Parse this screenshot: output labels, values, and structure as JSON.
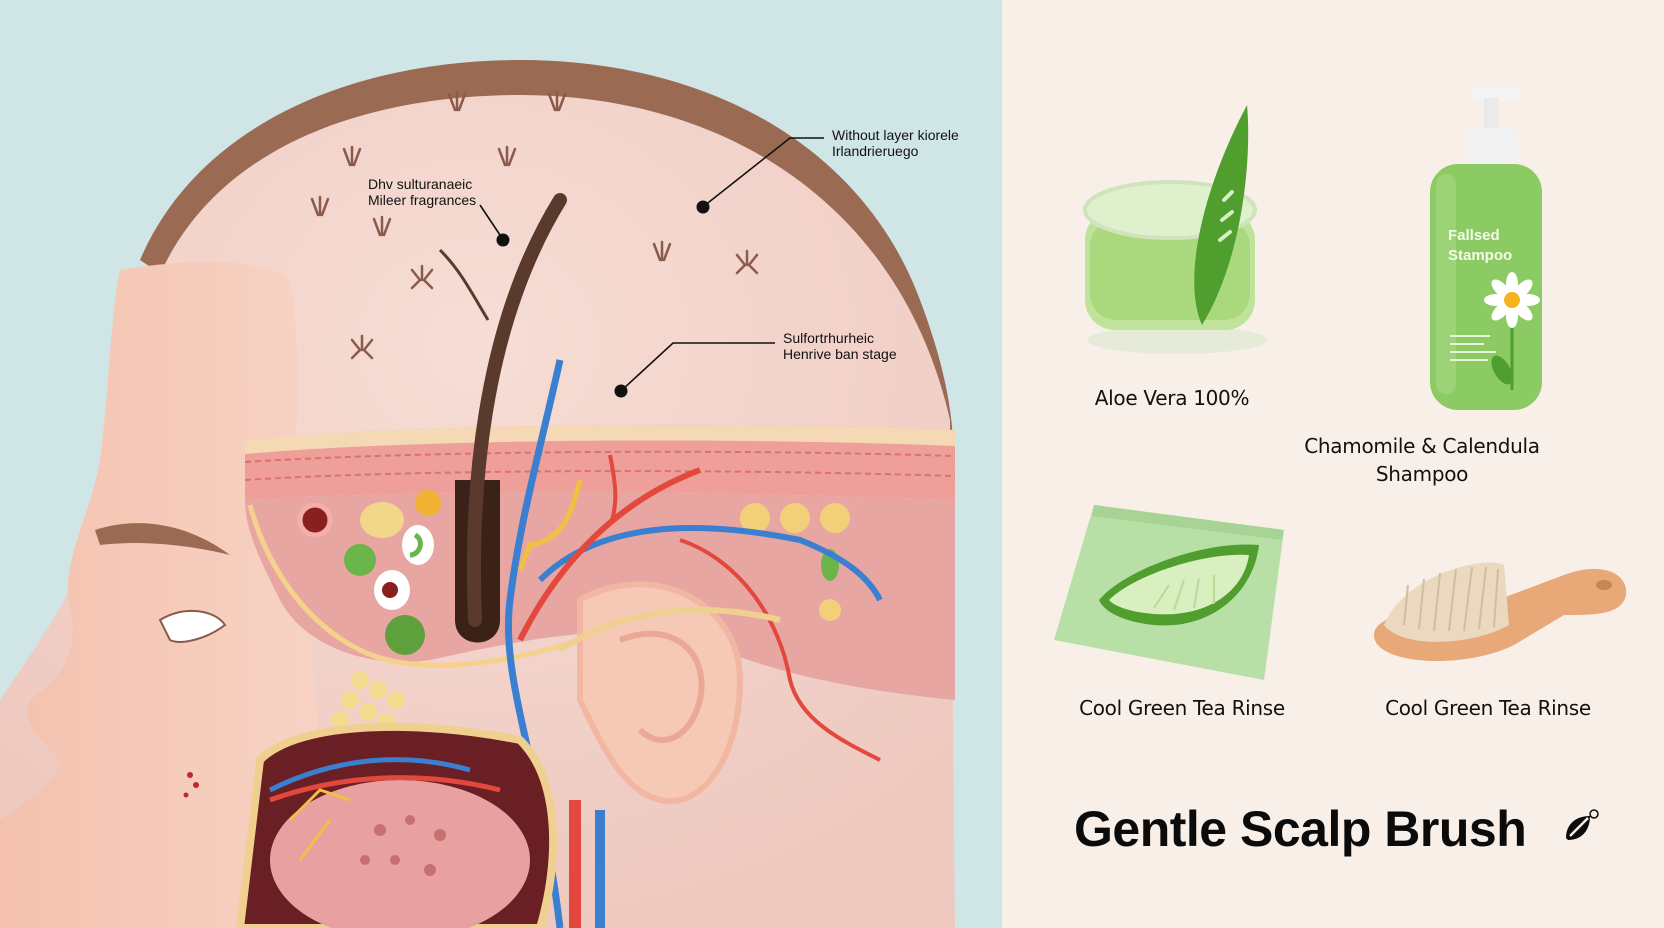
{
  "diagram": {
    "subject": "scalp cross-section anatomy",
    "callouts": [
      {
        "id": "callout-1",
        "line1": "Dhv sulturanaeic",
        "line2": "Mileer fragrances"
      },
      {
        "id": "callout-2",
        "line1": "Without layer kiorele",
        "line2": "Irlandrieruego"
      },
      {
        "id": "callout-3",
        "line1": "Sulfortrhurheic",
        "line2": "Henrive ban stage"
      }
    ]
  },
  "products": [
    {
      "id": "aloe",
      "label": "Aloe Vera 100%"
    },
    {
      "id": "shampoo",
      "label_line1": "Chamomile & Calendula",
      "label_line2": "Shampoo",
      "bottle_text_line1": "Fallsed",
      "bottle_text_line2": "Stampoo"
    },
    {
      "id": "rinse",
      "label": "Cool Green Tea Rinse"
    },
    {
      "id": "brush",
      "label": "Cool Green Tea Rinse"
    }
  ],
  "headline": {
    "text": "Gentle Scalp Brush",
    "icon": "leaf-badge-icon"
  },
  "colors": {
    "left_bg": "#cfe5e6",
    "right_bg": "#f8efe8",
    "skin": "#f4c7b4",
    "scalp": "#f3d6cf",
    "green": "#7fc65a",
    "artery": "#e2483c",
    "vein": "#3b7fd0",
    "nerve": "#f0c040"
  }
}
